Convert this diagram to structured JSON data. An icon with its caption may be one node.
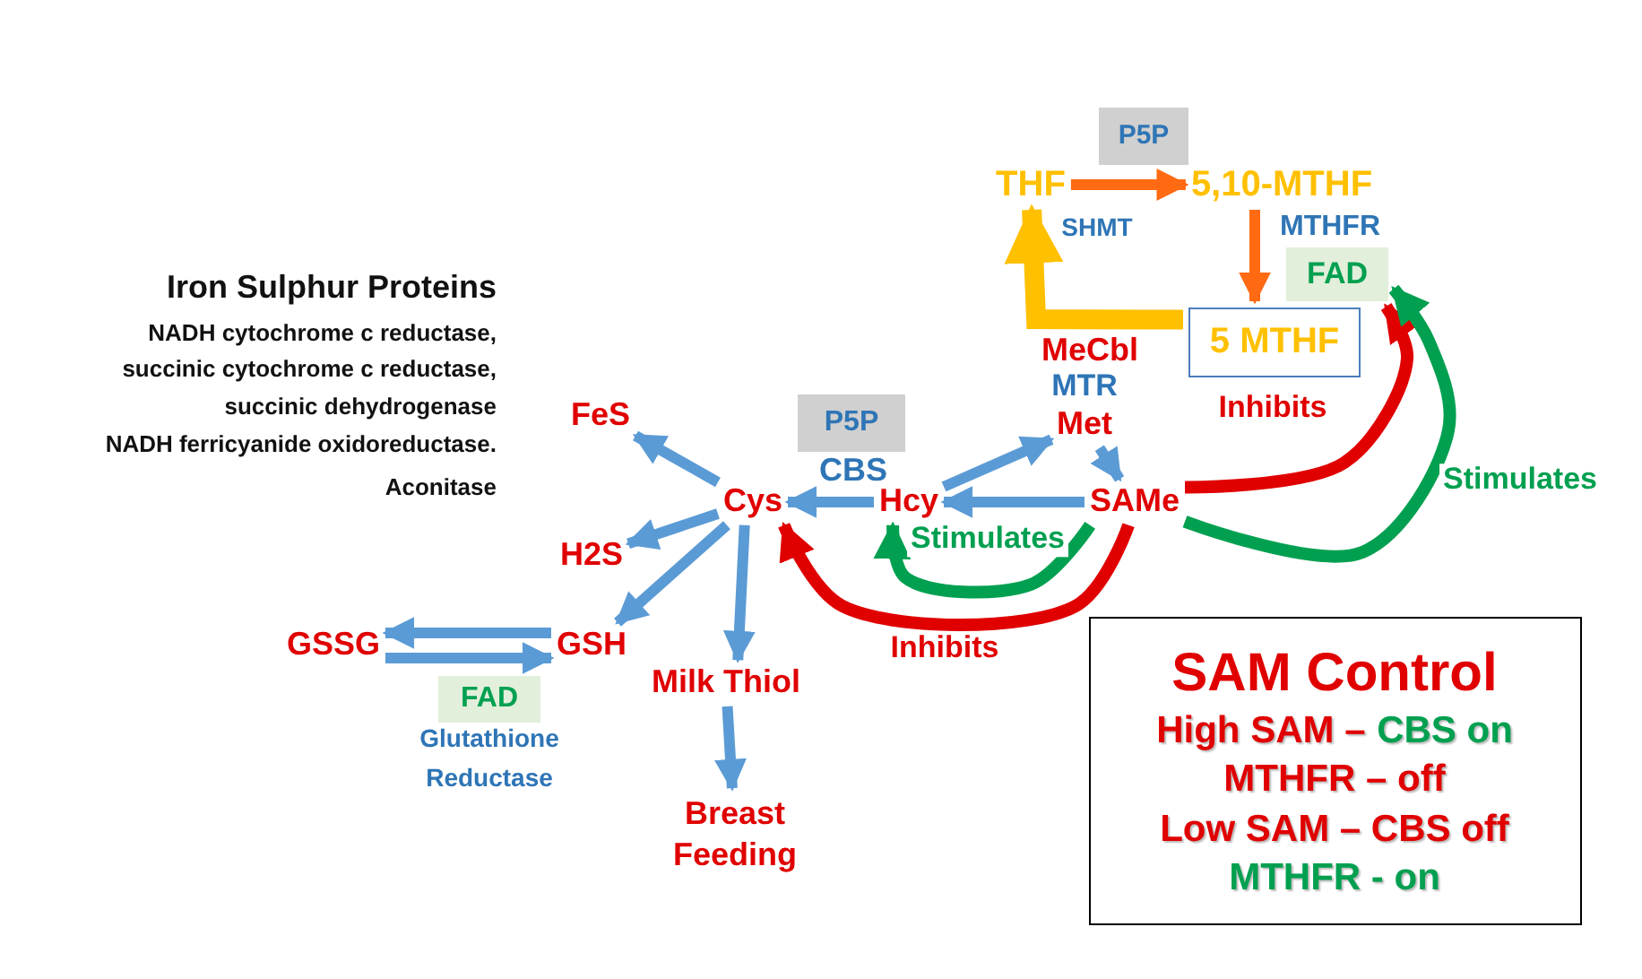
{
  "diagram": {
    "nodes": [
      {
        "text": [
          "P5P"
        ]
      },
      {
        "text": [
          "THF"
        ]
      },
      {
        "text": [
          "5,10-MTHF"
        ]
      },
      {
        "text": [
          "FAD"
        ]
      },
      {
        "text": [
          "5 MTHF"
        ]
      },
      {
        "text": [
          "Met"
        ]
      },
      {
        "text": [
          "P5P"
        ]
      },
      {
        "text": [
          "Hcy"
        ]
      },
      {
        "text": [
          "SAMe"
        ]
      },
      {
        "text": [
          "FeS"
        ]
      },
      {
        "text": [
          "Cys"
        ]
      },
      {
        "text": [
          "H2S"
        ]
      },
      {
        "text": [
          "GSSG"
        ]
      },
      {
        "text": [
          "GSH"
        ]
      },
      {
        "text": [
          "Milk Thiol"
        ]
      },
      {
        "text": [
          "FAD"
        ]
      },
      {
        "text": [
          "Breast Feeding"
        ]
      },
      {
        "text": [
          "SAM Control",
          "High SAM –",
          "CBS on",
          "MTHFR – off",
          "Low SAM – CBS off",
          "MTHFR - on"
        ]
      }
    ],
    "edges": [
      {
        "from": 1,
        "to": 2,
        "arrow": "to",
        "color": "#ff6a13"
      },
      {
        "from": 2,
        "to": 4,
        "arrow": "to",
        "color": "#ff6a13"
      },
      {
        "from": 4,
        "to": 1,
        "arrow": "to",
        "style": "thick",
        "color": "#ffc000"
      },
      {
        "from": 7,
        "to": 5,
        "arrow": "to"
      },
      {
        "from": 5,
        "to": 8,
        "arrow": "to"
      },
      {
        "from": 8,
        "to": 7,
        "arrow": "to"
      },
      {
        "from": 7,
        "to": 10,
        "arrow": "to"
      },
      {
        "from": 10,
        "to": 9,
        "arrow": "to"
      },
      {
        "from": 10,
        "to": 11,
        "arrow": "to"
      },
      {
        "from": 10,
        "to": 13,
        "arrow": "to"
      },
      {
        "from": 10,
        "to": 14,
        "arrow": "to"
      },
      {
        "from": 14,
        "to": 16,
        "arrow": "to"
      },
      {
        "from": 13,
        "to": 12,
        "arrow": "to"
      },
      {
        "from": 12,
        "to": 13,
        "arrow": "to"
      },
      {
        "from": 8,
        "to": 7,
        "arrow": "to",
        "label": "Stimulates",
        "color": "#00a050"
      },
      {
        "from": 8,
        "to": 10,
        "arrow": "to",
        "label": "Inhibits",
        "color": "#e00000"
      },
      {
        "from": 8,
        "to": 3,
        "arrow": "to",
        "label": "Inhibits",
        "color": "#e00000"
      },
      {
        "from": 8,
        "to": 3,
        "arrow": "to",
        "label": "Stimulates",
        "color": "#00a050"
      }
    ],
    "labels": [
      "Iron Sulphur Proteins",
      "NADH cytochrome c reductase,",
      "succinic cytochrome c reductase,",
      "succinic dehydrogenase",
      "NADH ferricyanide oxidoreductase.",
      "Aconitase",
      "SHMT",
      "MTHFR",
      "MeCbl",
      "MTR",
      "CBS",
      "Glutathione Reductase"
    ]
  }
}
